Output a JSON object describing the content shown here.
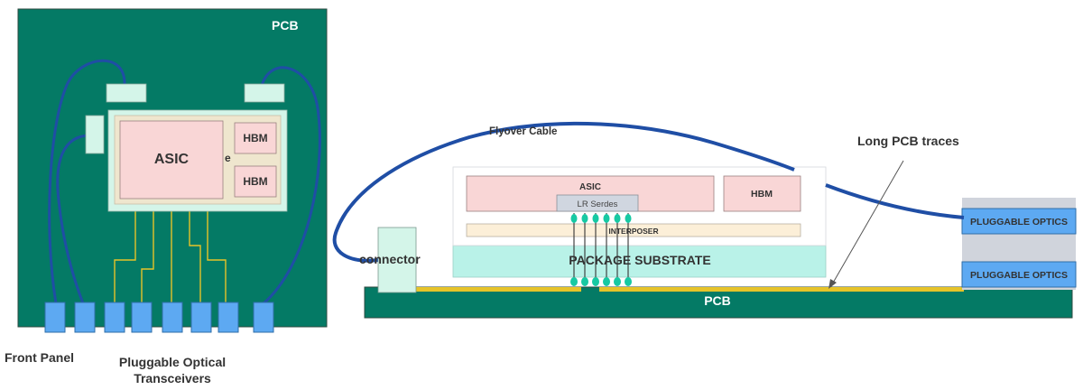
{
  "colors": {
    "pcb": "#047a65",
    "pcb_border": "#2e4a40",
    "module_bg": "#d4f5e9",
    "chip": "#f9d6d6",
    "chip_border": "#9a8080",
    "cable": "#1f4ea5",
    "trace": "#e6c329",
    "port": "#5da9f2",
    "port_border": "#2f6ea8",
    "substrate": "#b9f2e8",
    "interposer": "#fcefd8",
    "serdes": "#d0d6e0",
    "bump": "#17c9a3",
    "optics_frame": "#d0d4dc"
  },
  "left": {
    "pcb_label": "PCB",
    "asic_label": "ASIC",
    "asic_overflow": "e",
    "hbm_top": "HBM",
    "hbm_bottom": "HBM",
    "front_panel": "Front Panel",
    "transceivers_line1": "Pluggable Optical",
    "transceivers_line2": "Transceivers"
  },
  "right": {
    "flyover_cable": "Flyover Cable",
    "long_traces": "Long PCB traces",
    "asic": "ASIC",
    "serdes": "LR Serdes",
    "hbm": "HBM",
    "interposer": "INTERPOSER",
    "substrate": "PACKAGE SUBSTRATE",
    "connector": "connector",
    "pcb": "PCB",
    "optics_top": "PLUGGABLE OPTICS",
    "optics_bottom": "PLUGGABLE OPTICS"
  }
}
